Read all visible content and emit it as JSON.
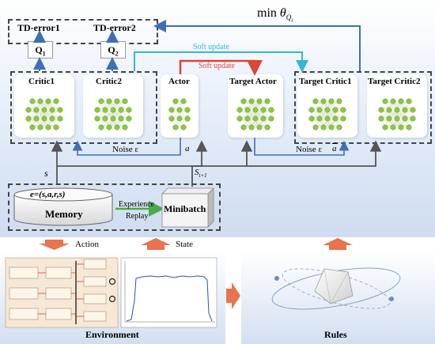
{
  "td_errors": [
    "TD-error1",
    "TD-error2"
  ],
  "q_labels": [
    "Q",
    "Q"
  ],
  "q_subs": [
    "1",
    "2"
  ],
  "objective": {
    "prefix": "min",
    "theta": "θ",
    "sub": "Q",
    "subsub": "i"
  },
  "soft_update": "Soft update",
  "networks": [
    "Critic1",
    "Critic2",
    "Actor",
    "Target Actor",
    "Target Critic1",
    "Target Critic2"
  ],
  "noise": "Noise ε",
  "noise_right": "Noise ε",
  "a": "a",
  "a_tilde": "a",
  "s": "s",
  "s_next": {
    "base": "S",
    "sub": "t+1"
  },
  "memory": {
    "tuple": "e=(s,a,r,s)",
    "title": "Memory"
  },
  "experience_replay": [
    "Experience",
    "Replay"
  ],
  "minibatch": "Minibatch",
  "action": "Action",
  "state": "State",
  "environment": "Environment",
  "rules": "Rules",
  "colors": {
    "blue": "#3f6fb5",
    "cyan": "#35b7d5",
    "red": "#d9463a",
    "orange": "#e8734e",
    "green": "#4caa4a",
    "node": "#8fc63f"
  }
}
